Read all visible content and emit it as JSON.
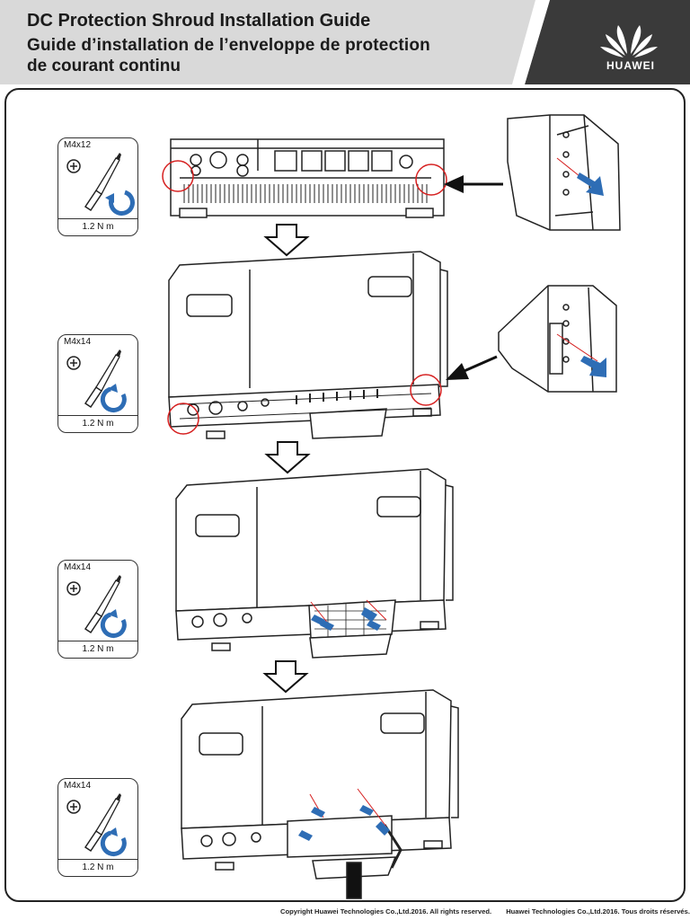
{
  "header": {
    "title_en": "DC Protection Shroud Installation Guide",
    "title_fr_line1": "Guide d’installation de l’enveloppe de protection",
    "title_fr_line2": "de courant continu",
    "logo_text": "HUAWEI",
    "band_color": "#d9d9d9",
    "logo_bg_color": "#3a3a3a"
  },
  "steps": [
    {
      "screw": "M4x12",
      "torque": "1.2 N  m",
      "rotation": "counterclockwise"
    },
    {
      "screw": "M4x14",
      "torque": "1.2 N  m",
      "rotation": "clockwise"
    },
    {
      "screw": "M4x14",
      "torque": "1.2 N  m",
      "rotation": "clockwise"
    },
    {
      "screw": "M4x14",
      "torque": "1.2 N  m",
      "rotation": "clockwise"
    }
  ],
  "footer": {
    "copyright_en": "Copyright   Huawei Technologies Co.,Ltd.2016. All rights reserved.",
    "copyright_fr": "Huawei Technologies Co.,Ltd.2016. Tous droits réservés."
  },
  "colors": {
    "accent_blue": "#2e6db5",
    "highlight_red": "#d62020"
  }
}
